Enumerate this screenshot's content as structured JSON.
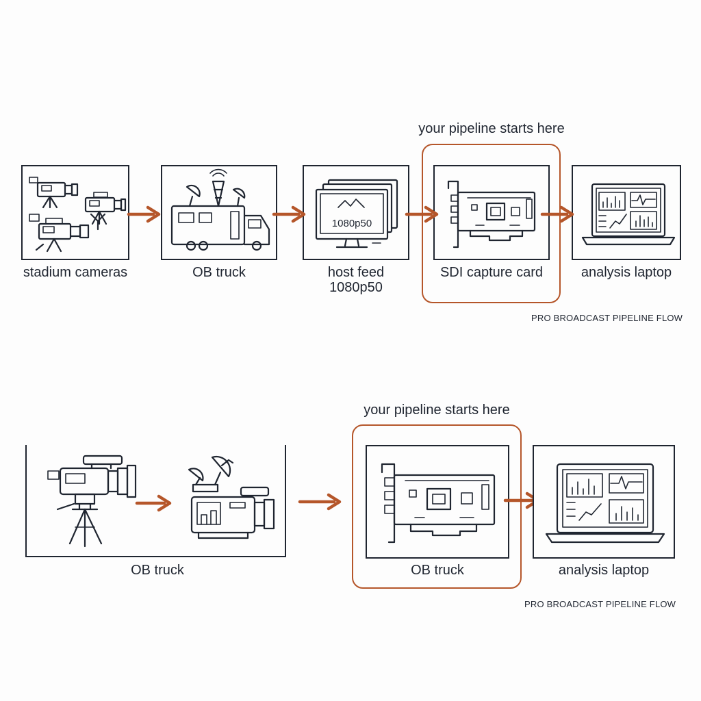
{
  "colors": {
    "accent": "#b5562a",
    "ink": "#1f2530",
    "background": "#fdfdfd"
  },
  "top_flow": {
    "callout": "your pipeline starts here",
    "nodes": [
      {
        "label": "stadium cameras",
        "icon": "camera-cluster-icon"
      },
      {
        "label": "OB truck",
        "icon": "ob-truck-icon"
      },
      {
        "label_line1": "host feed",
        "label_line2": "1080p50",
        "icon": "monitor-stack-icon",
        "screen_text": "1080p50"
      },
      {
        "label": "SDI capture card",
        "icon": "capture-card-icon"
      },
      {
        "label": "analysis laptop",
        "icon": "laptop-icon"
      }
    ],
    "footer": "PRO BROADCAST PIPELINE FLOW"
  },
  "bottom_flow": {
    "callout": "your pipeline starts here",
    "nodes": [
      {
        "label": "OB truck",
        "icon": "camera-to-truck-icon"
      },
      {
        "label": "OB truck",
        "icon": "capture-card-icon"
      },
      {
        "label": "analysis laptop",
        "icon": "laptop-icon"
      }
    ],
    "footer": "PRO BROADCAST PIPELINE FLOW"
  }
}
